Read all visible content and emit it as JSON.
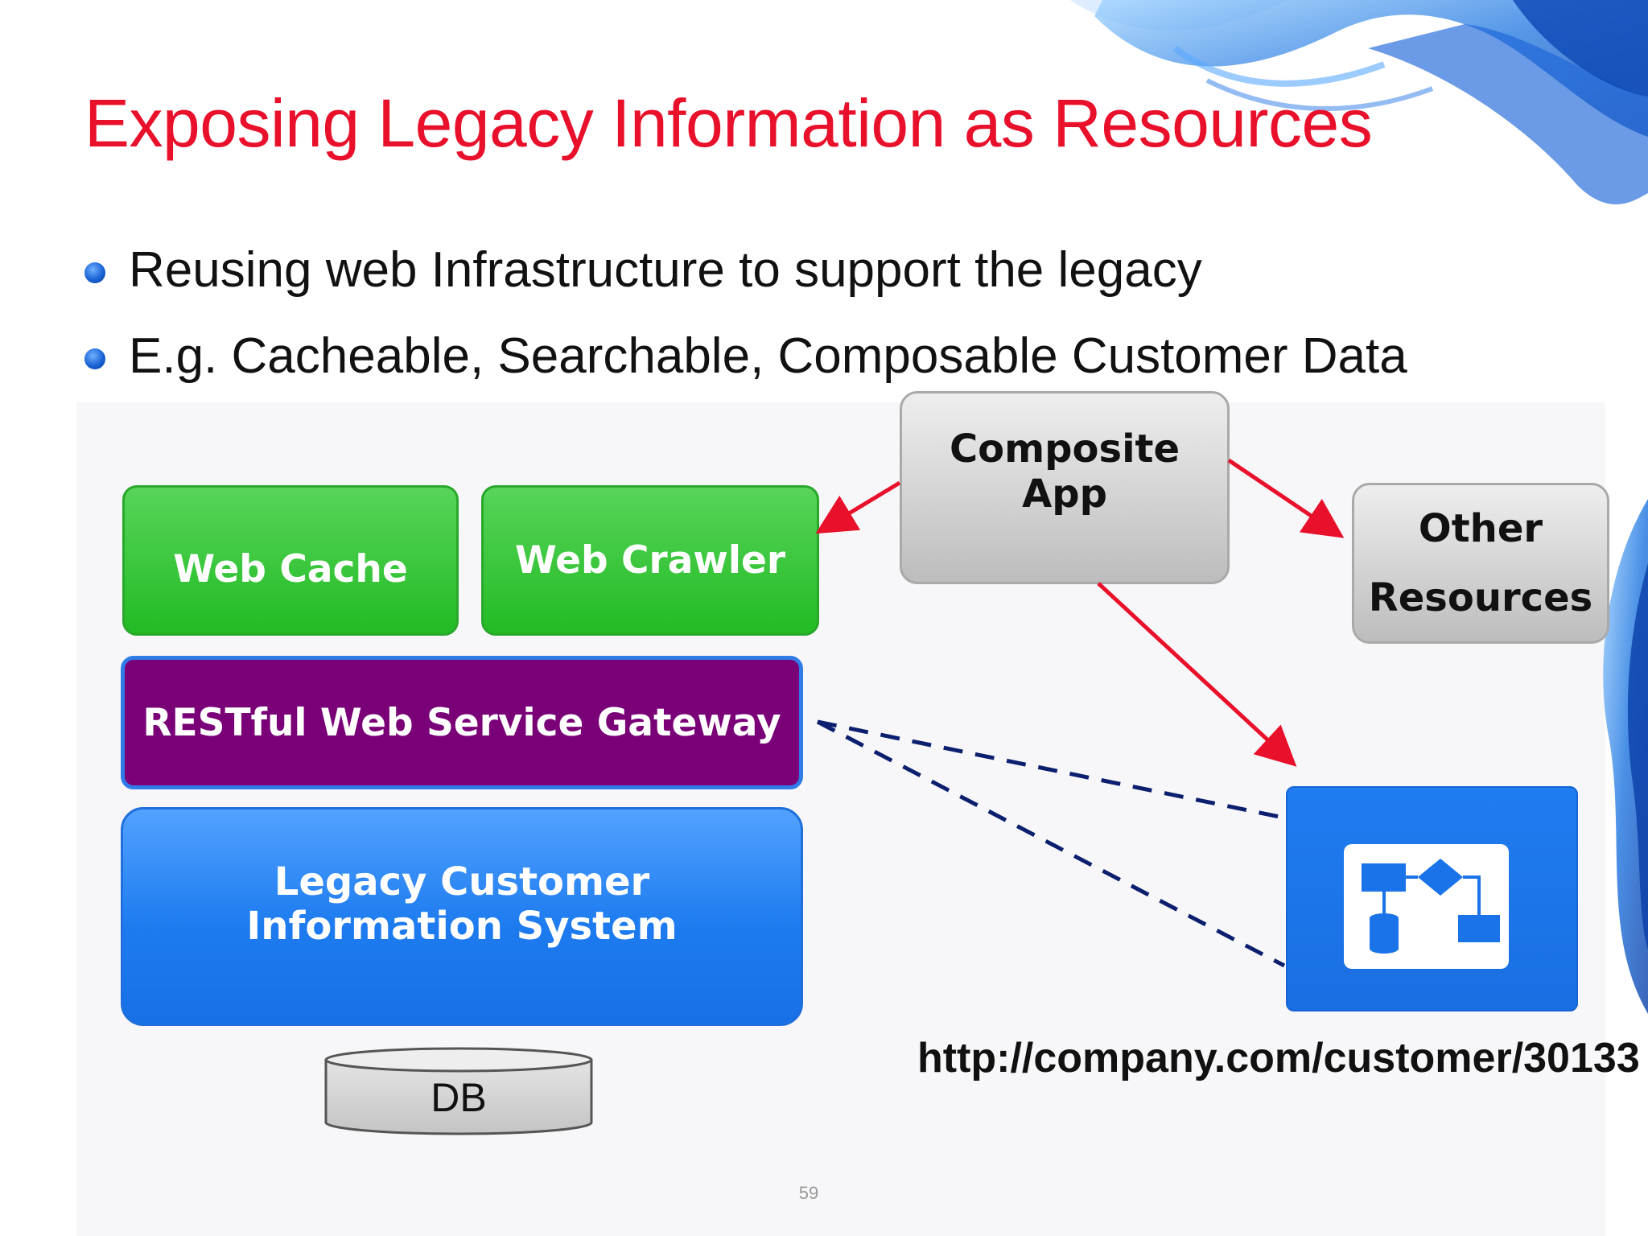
{
  "slide": {
    "title": "Exposing Legacy Information as Resources",
    "bullets": [
      "Reusing web Infrastructure to support the legacy",
      "E.g. Cacheable, Searchable, Composable Customer Data"
    ],
    "page_number": "59"
  },
  "diagram": {
    "web_cache": "Web Cache",
    "web_crawler": "Web Crawler",
    "gateway": "RESTful Web Service Gateway",
    "legacy_system": "Legacy Customer Information System",
    "db": "DB",
    "composite_app": "Composite App",
    "other_resources": "Other Resources",
    "resource_url": "http://company.com/customer/30133"
  },
  "colors": {
    "title": "#e8102a",
    "green_box": "#22bb24",
    "purple_box": "#7a0078",
    "blue_box": "#1d7bef",
    "arrow_red": "#e8102a",
    "dashed_navy": "#0b1f6e"
  },
  "icons": {
    "bullet": "blue-sphere-bullet",
    "resource": "flowchart-icon"
  }
}
